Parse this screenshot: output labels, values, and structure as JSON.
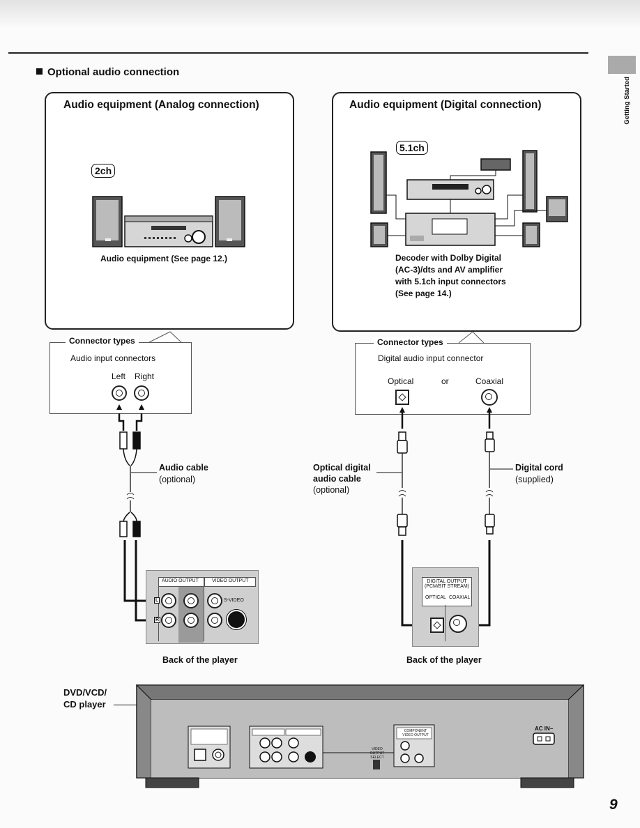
{
  "header": {
    "section_title": "Optional audio connection",
    "side_tab": "Getting Started",
    "page_number": "9"
  },
  "analog": {
    "box_title": "Audio equipment (Analog connection)",
    "channel_badge": "2ch",
    "equipment_caption": "Audio equipment (See page 12.)",
    "connector_title": "Connector types",
    "connector_desc": "Audio input connectors",
    "left_label": "Left",
    "right_label": "Right",
    "cable_label": "Audio cable",
    "cable_note": "(optional)",
    "back_caption": "Back of the player",
    "panel_audio_output": "AUDIO OUTPUT",
    "panel_video_output": "VIDEO OUTPUT",
    "panel_svideo": "S-VIDEO",
    "panel_L": "L",
    "panel_R": "R"
  },
  "digital": {
    "box_title": "Audio equipment (Digital connection)",
    "channel_badge": "5.1ch",
    "caption_line1": "Decoder with Dolby Digital",
    "caption_line2": "(AC-3)/dts and AV amplifier",
    "caption_line3": "with 5.1ch input connectors",
    "caption_line4": "(See page 14.)",
    "connector_title": "Connector types",
    "connector_desc": "Digital audio input connector",
    "optical_label": "Optical",
    "or_label": "or",
    "coaxial_label": "Coaxial",
    "optical_cable_line1": "Optical digital",
    "optical_cable_line2": "audio cable",
    "optical_cable_note": "(optional)",
    "coax_cable_label": "Digital cord",
    "coax_cable_note": "(supplied)",
    "back_caption": "Back of the player",
    "panel_line1": "DIGITAL OUTPUT",
    "panel_line2": "(PCM/BIT STREAM)",
    "panel_optical": "OPTICAL",
    "panel_coaxial": "COAXIAL"
  },
  "player": {
    "label_line1": "DVD/VCD/",
    "label_line2": "CD player",
    "ac_in": "AC IN~",
    "component_label": "COMPONENT VIDEO OUTPUT",
    "video_select": "VIDEO OUTPUT SELECT"
  }
}
